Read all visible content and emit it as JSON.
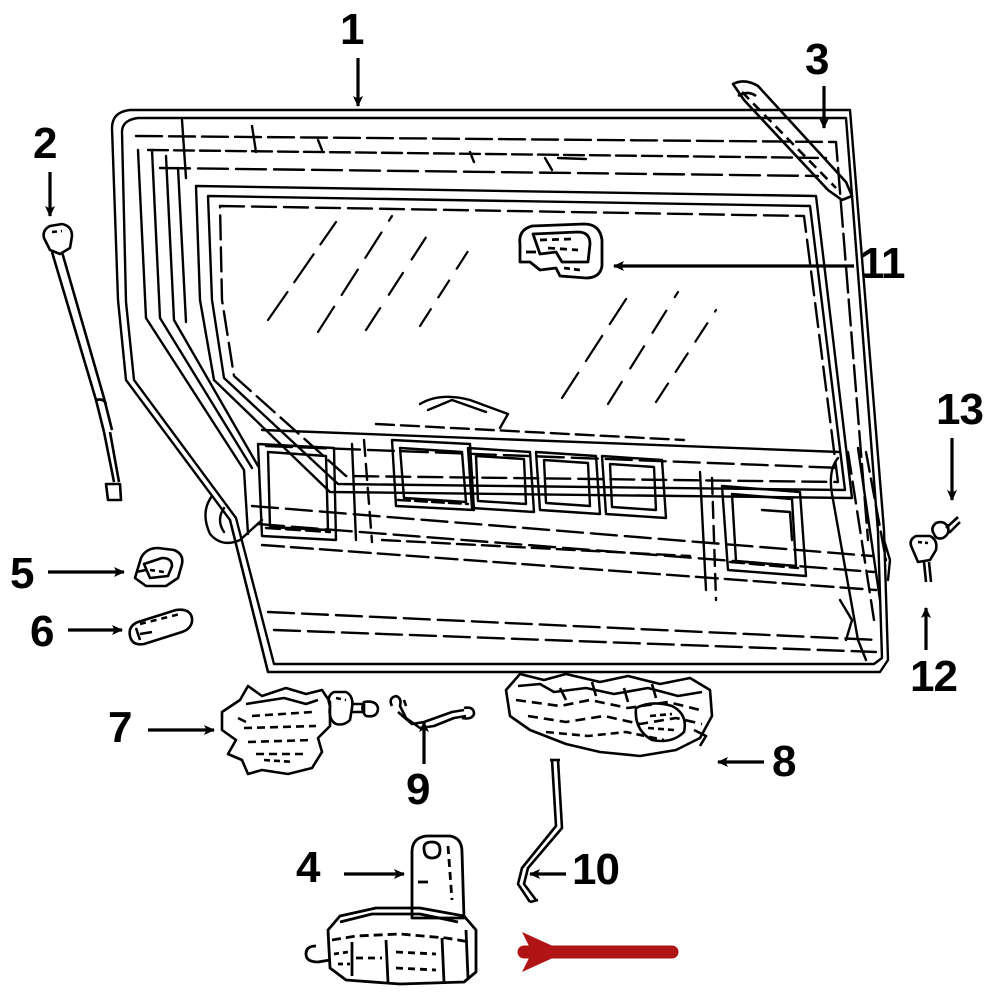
{
  "diagram": {
    "kind": "exploded-parts-diagram",
    "subject": "rear liftgate / tailgate assembly",
    "background_color": "#ffffff",
    "line_color": "#000000",
    "highlight_arrow_color": "#b01414"
  },
  "callouts": [
    {
      "id": "1",
      "label": "1",
      "points_to": "liftgate-panel",
      "direction": "down"
    },
    {
      "id": "2",
      "label": "2",
      "points_to": "gas-strut-lift-support",
      "direction": "down"
    },
    {
      "id": "3",
      "label": "3",
      "points_to": "roof-drip-molding",
      "direction": "down"
    },
    {
      "id": "4",
      "label": "4",
      "points_to": "liftgate-lock-actuator",
      "direction": "right"
    },
    {
      "id": "5",
      "label": "5",
      "points_to": "strut-ball-stud-bracket",
      "direction": "right"
    },
    {
      "id": "6",
      "label": "6",
      "points_to": "bumper-stopper",
      "direction": "right"
    },
    {
      "id": "7",
      "label": "7",
      "points_to": "latch-release-handle",
      "direction": "right"
    },
    {
      "id": "8",
      "label": "8",
      "points_to": "license-lamp-housing",
      "direction": "left"
    },
    {
      "id": "9",
      "label": "9",
      "points_to": "short-link-rod",
      "direction": "up"
    },
    {
      "id": "10",
      "label": "10",
      "points_to": "long-bent-control-rod",
      "direction": "left"
    },
    {
      "id": "11",
      "label": "11",
      "points_to": "glass-latch-striker",
      "direction": "left"
    },
    {
      "id": "12",
      "label": "12",
      "points_to": "retaining-clip",
      "direction": "up"
    },
    {
      "id": "13",
      "label": "13",
      "points_to": "screw-fastener",
      "direction": "down"
    }
  ],
  "highlight": {
    "name": "red-highlight-arrow",
    "color": "#b01414",
    "direction": "left",
    "targets_callout": "4"
  }
}
